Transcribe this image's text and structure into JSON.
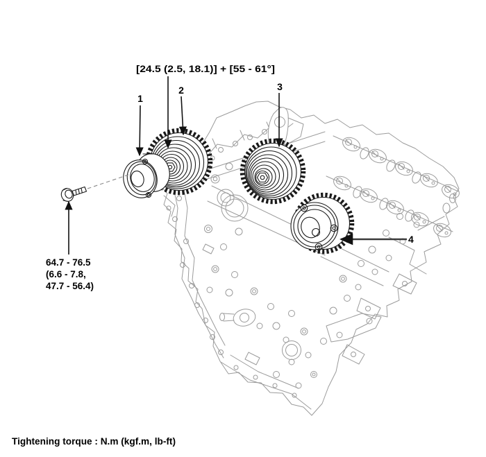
{
  "figure": {
    "top_torque_label": "[24.5 (2.5, 18.1)] + [55 - 61°]",
    "bolt_torque_lines": [
      "64.7 - 76.5",
      "(6.6 - 7.8,",
      "47.7 - 56.4)"
    ],
    "callouts": [
      "1",
      "2",
      "3",
      "4"
    ],
    "footer_note": "Tightening torque : N.m (kgf.m, lb-ft)",
    "colors": {
      "background": "#ffffff",
      "line_art_gray": "#9b9b9b",
      "component_dark": "#1a1a1a",
      "text_black": "#000000"
    }
  }
}
